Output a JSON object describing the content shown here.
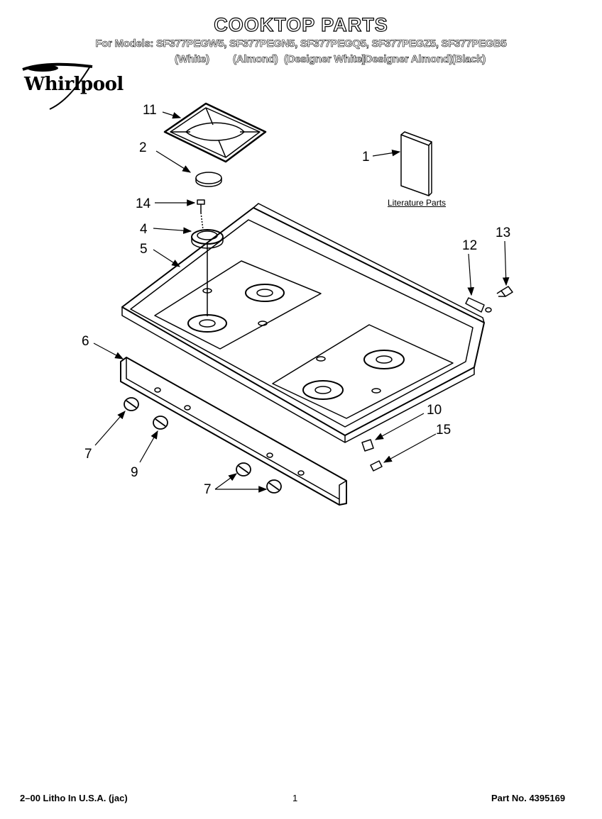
{
  "header": {
    "title": "COOKTOP PARTS",
    "models_line": "For Models: SF377PEGW5, SF377PEGN5, SF377PEGQ5, SF377PEGZ5, SF377PEGB5",
    "colors": [
      "(White)",
      "(Almond)",
      "(Designer White)",
      "(Designer Almond)",
      "(Black)"
    ]
  },
  "brand": {
    "logo_text": "Whirlpool",
    "logo_icon": "whirlpool-swoosh-logo"
  },
  "callouts": [
    "11",
    "2",
    "1",
    "14",
    "4",
    "5",
    "13",
    "12",
    "6",
    "10",
    "15",
    "7",
    "9",
    "7"
  ],
  "literature_label": "Literature Parts",
  "footer": {
    "litho": "2–00 Litho In U.S.A. (jac)",
    "page": "1",
    "part_no": "Part No. 4395169"
  }
}
